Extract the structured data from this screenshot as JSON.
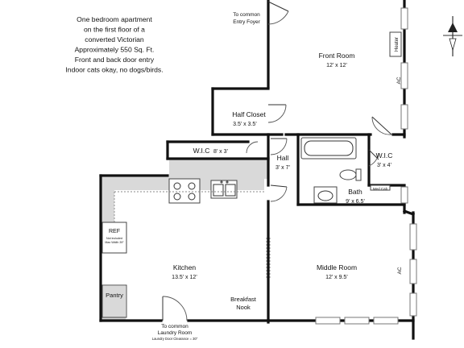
{
  "description_lines": [
    "One bedroom apartment",
    "on the first floor of a",
    "converted Victorian",
    "Approximately 550 Sq. Ft.",
    "Front and back door entry",
    "Indoor cats okay, no dogs/birds."
  ],
  "rooms": {
    "front_room": {
      "name": "Front Room",
      "size": "12’ x 12’"
    },
    "half_closet": {
      "name": "Half Closet",
      "size": "3.5’ x 3.5’"
    },
    "wic_hall": {
      "name": "W.I.C",
      "size": "8’ x 3’"
    },
    "hall": {
      "name": "Hall",
      "size": "3’ x 7’"
    },
    "wic_bath": {
      "name": "W.I.C",
      "size": "3’ x 4’"
    },
    "bath": {
      "name": "Bath",
      "size": "9’ x 6.5’"
    },
    "kitchen": {
      "name": "Kitchen",
      "size": "13.5’ x 12’"
    },
    "middle_room": {
      "name": "Middle Room",
      "size": "12’ x 9.5’"
    },
    "breakfast_nook": {
      "line1": "Breakfast",
      "line2": "Nook"
    },
    "pantry": {
      "name": "Pantry"
    }
  },
  "labels": {
    "entry_foyer_1": "To common",
    "entry_foyer_2": "Entry Foyer",
    "laundry_1": "To common",
    "laundry_2": "Laundry Room",
    "laundry_note": "Laundry Door Clearance = 30”",
    "heater": "Heater",
    "ac_front": "AC",
    "ac_middle": "AC",
    "med_cab": "Med Cab",
    "ref": "REF",
    "ref_note_1": "Not included",
    "ref_note_2": "Max Width 39”"
  }
}
